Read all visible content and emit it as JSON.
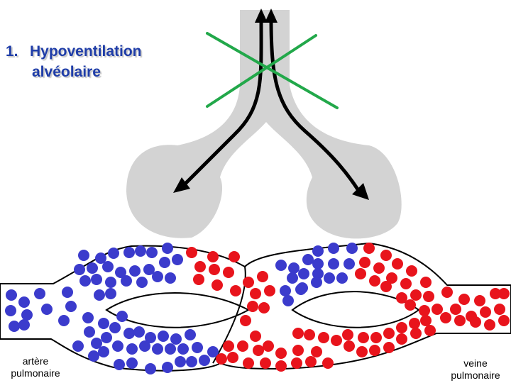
{
  "title": {
    "number": "1.",
    "line1": "Hypoventilation",
    "line2": "alvéolaire"
  },
  "labels": {
    "left": [
      "artère",
      "pulmonaire"
    ],
    "right": [
      "veine",
      "pulmonaire"
    ]
  },
  "colors": {
    "title": "#1f3da8",
    "airway": "#d3d3d3",
    "arrow": "#000000",
    "cross": "#22a84a",
    "deoxygenated_blood": "#3b3bcc",
    "oxygenated_blood": "#e8141c"
  },
  "icons": {
    "cross": "ventilation-blocked-cross-icon",
    "arrows": "airflow-arrow-icon"
  }
}
